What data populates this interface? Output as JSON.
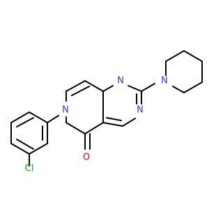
{
  "molecule": {
    "atoms": {
      "ring_n_top": {
        "label": "N",
        "color": "#3333ff"
      },
      "ring_n_right": {
        "label": "N",
        "color": "#3333ff"
      },
      "piperidine_n": {
        "label": "N",
        "color": "#3333ff"
      },
      "lactam_n": {
        "label": "N",
        "color": "#3333ff"
      },
      "carbonyl_o": {
        "label": "O",
        "color": "#ff0000"
      },
      "chloro": {
        "label": "Cl",
        "color": "#00aa00"
      }
    }
  }
}
